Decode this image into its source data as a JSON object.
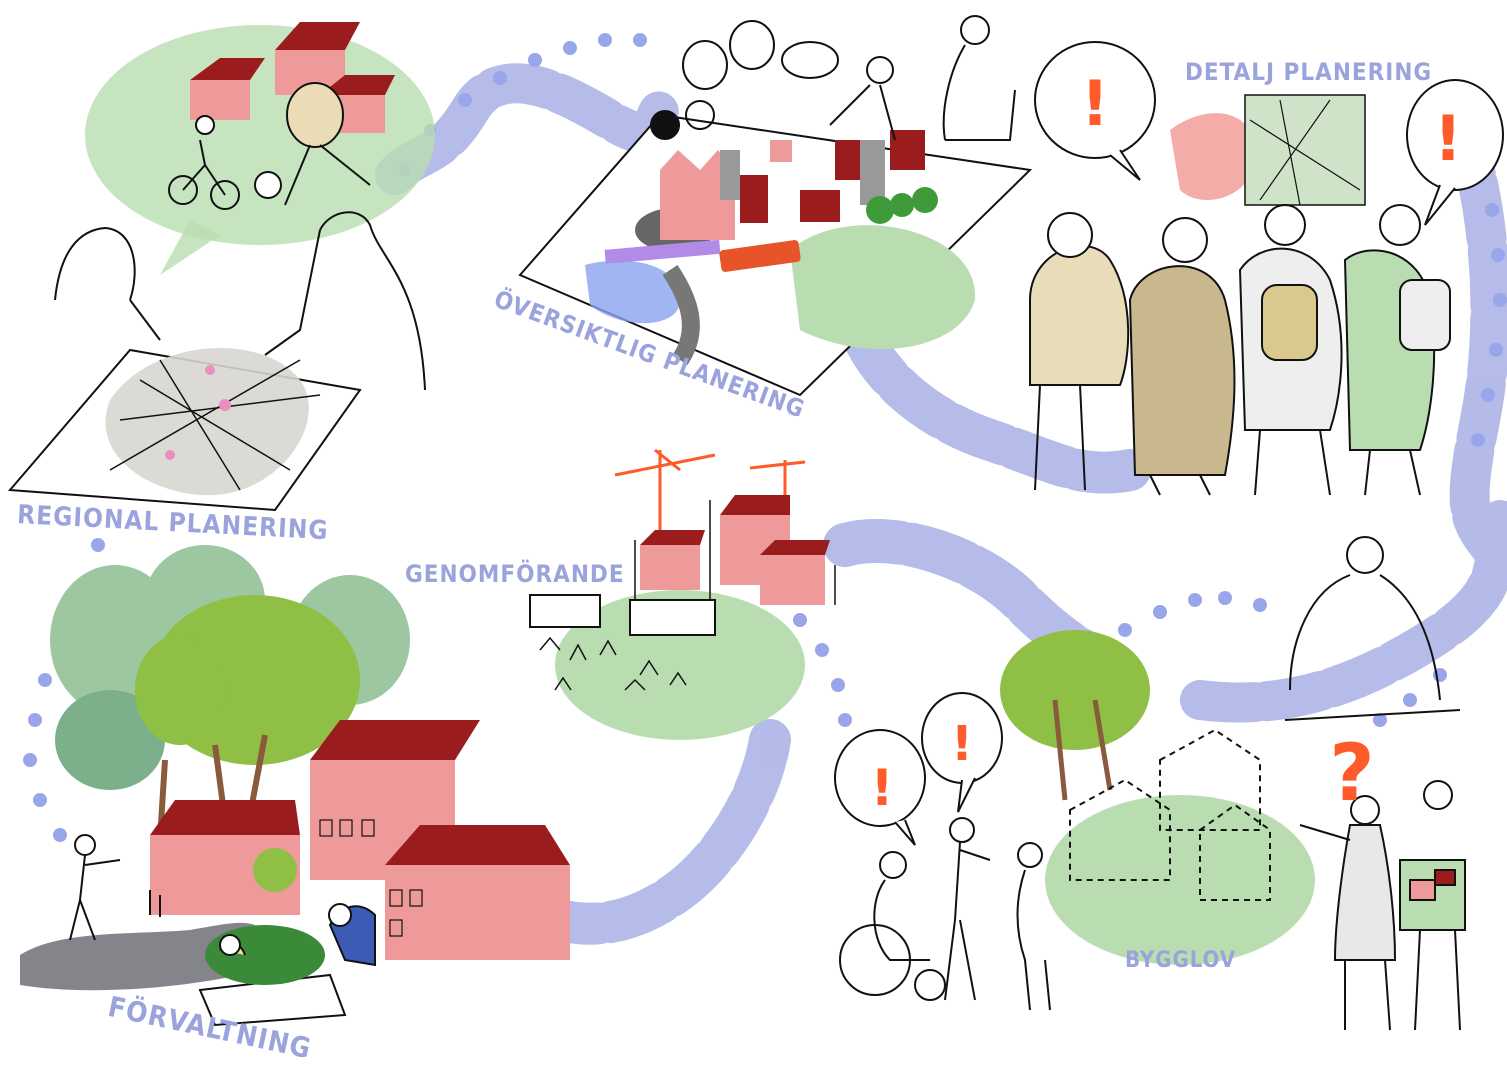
{
  "labels": {
    "regional": "REGIONAL PLANERING",
    "oversiktlig": "ÖVERSIKTLIG PLANERING",
    "detalj": "DETALJ PLANERING",
    "genomforande": "GENOMFÖRANDE",
    "bygglov": "BYGGLOV",
    "forvaltning": "FÖRVALTNING"
  },
  "marks": {
    "exclamation": "!",
    "question": "?"
  },
  "colors": {
    "path_blue": "#a9b0e6",
    "dot_blue": "#9aa6ea",
    "label_blue": "#9aa3dc",
    "green_wash": "#b9ddb0",
    "tree_green": "#8fbf45",
    "roof_red": "#9b1c1c",
    "wall_pink": "#ef9a9a",
    "crane_orange": "#ff5a2a",
    "accent_orange": "#ff5a2a",
    "ink": "#111111"
  }
}
